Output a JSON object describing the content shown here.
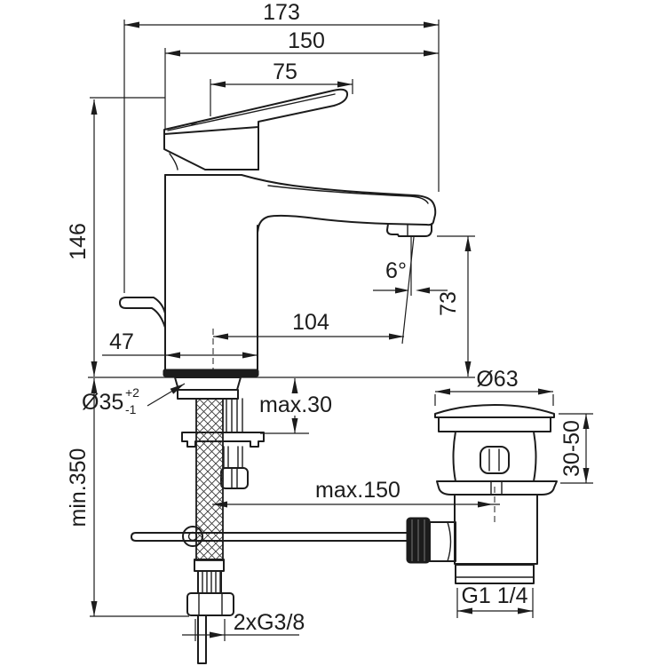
{
  "colors": {
    "ink": "#1c1c1c",
    "paper": "#ffffff"
  },
  "drawing": {
    "type": "technical-dimension-drawing",
    "subject": "single-lever basin mixer tap with pop-up waste, side elevation"
  },
  "dims": {
    "overall_depth": "173",
    "spout_end_to_body": "150",
    "handle_tip_reach": "75",
    "height_to_handle_top": "146",
    "spout_outlet_offset": "104",
    "body_depth": "47",
    "outlet_height": "73",
    "stream_angle": "6°",
    "mounting_hole_dia": "Ø35",
    "mounting_hole_tol_plus": "+2",
    "mounting_hole_tol_minus": "-1",
    "deck_thickness": "max.30",
    "hose_length": "min.350",
    "rod_offset": "max.150",
    "waste_cap_dia": "Ø63",
    "clamping_range": "30-50",
    "waste_thread": "G1 1/4",
    "supply_thread": "2xG3/8"
  }
}
